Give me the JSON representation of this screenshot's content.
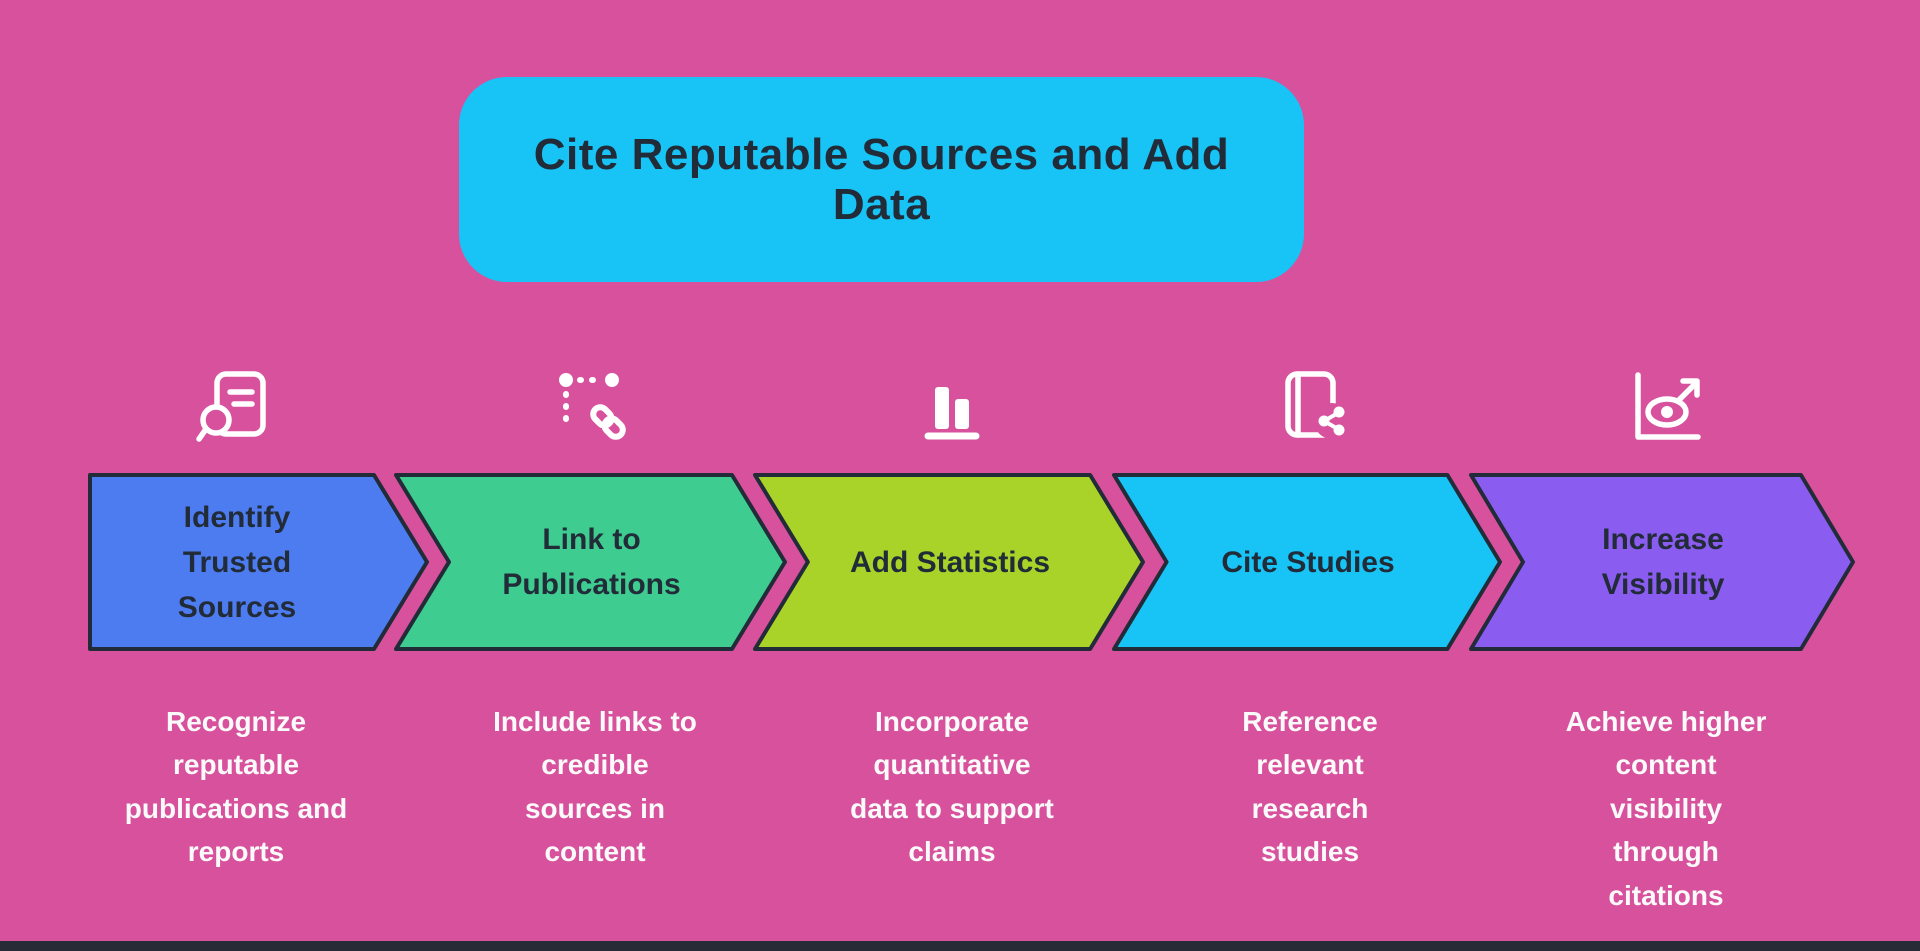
{
  "colors": {
    "background": "#d8519d",
    "outline": "#222b38",
    "title_bg": "#18c3f5",
    "title_text": "#222b38",
    "step_label_text": "#222b38",
    "description_text": "#fafafa",
    "icon": "#ffffff",
    "footer_bar": "#262b36"
  },
  "title": {
    "text": "Cite Reputable Sources and Add Data"
  },
  "steps": [
    {
      "label": "Identify\nTrusted\nSources",
      "description": "Recognize\nreputable\npublications and\nreports",
      "color": "#4d7cf0",
      "icon": "document-search-icon"
    },
    {
      "label": "Link to\nPublications",
      "description": "Include links to\ncredible\nsources in\ncontent",
      "color": "#3ecc90",
      "icon": "dotted-link-icon"
    },
    {
      "label": "Add Statistics",
      "description": "Incorporate\nquantitative\ndata to support\nclaims",
      "color": "#aad329",
      "icon": "bar-chart-icon"
    },
    {
      "label": "Cite Studies",
      "description": "Reference\nrelevant\nresearch\nstudies",
      "color": "#18c3f5",
      "icon": "book-share-icon"
    },
    {
      "label": "Increase\nVisibility",
      "description": "Achieve higher\ncontent\nvisibility\nthrough\ncitations",
      "color": "#8b5cf0",
      "icon": "chart-eye-icon"
    }
  ]
}
